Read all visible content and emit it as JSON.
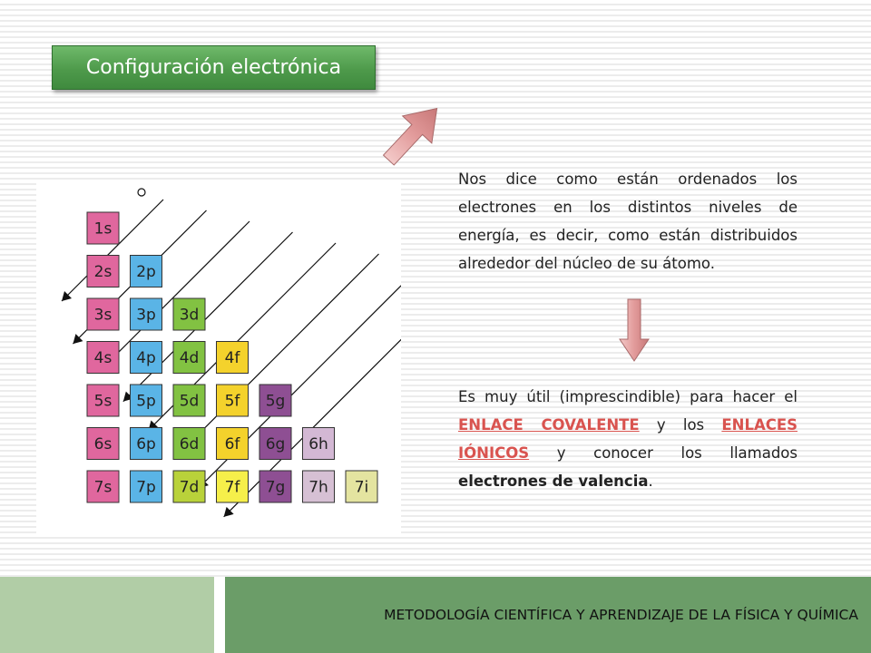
{
  "title": "Configuración electrónica",
  "orbitals": {
    "rows": [
      [
        "1s"
      ],
      [
        "2s",
        "2p"
      ],
      [
        "3s",
        "3p",
        "3d"
      ],
      [
        "4s",
        "4p",
        "4d",
        "4f"
      ],
      [
        "5s",
        "5p",
        "5d",
        "5f",
        "5g"
      ],
      [
        "6s",
        "6p",
        "6d",
        "6f",
        "6g",
        "6h"
      ],
      [
        "7s",
        "7p",
        "7d",
        "7f",
        "7g",
        "7h",
        "7i"
      ]
    ],
    "colors": {
      "s": "#e0679e",
      "p": "#5ab4e6",
      "d": "#82c242",
      "f": "#f4d22c",
      "g": "#8e4f93",
      "h": "#d3b8d4",
      "i": "#e4e4a0",
      "f7": "#f6ef4a",
      "d7": "#b9d23a",
      "h7": "#d6c0d4"
    }
  },
  "paragraph1": "Nos dice como están ordenados los electrones en los distintos niveles de energía, es decir, como están distribuidos alrededor del núcleo de su átomo.",
  "paragraph2": {
    "text1": "Es muy útil (imprescindible) para hacer el ",
    "link1": "ENLACE COVALENTE",
    "text2": " y los ",
    "link2": "ENLACES IÓNICOS",
    "text3": " y conocer los llamados ",
    "bold": "electrones de valencia",
    "text4": "."
  },
  "footer": "METODOLOGÍA CIENTÍFICA Y APRENDIZAJE DE LA FÍSICA Y QUÍMICA",
  "icons": [
    "diagonal-arrow-icon",
    "down-arrow-icon"
  ]
}
